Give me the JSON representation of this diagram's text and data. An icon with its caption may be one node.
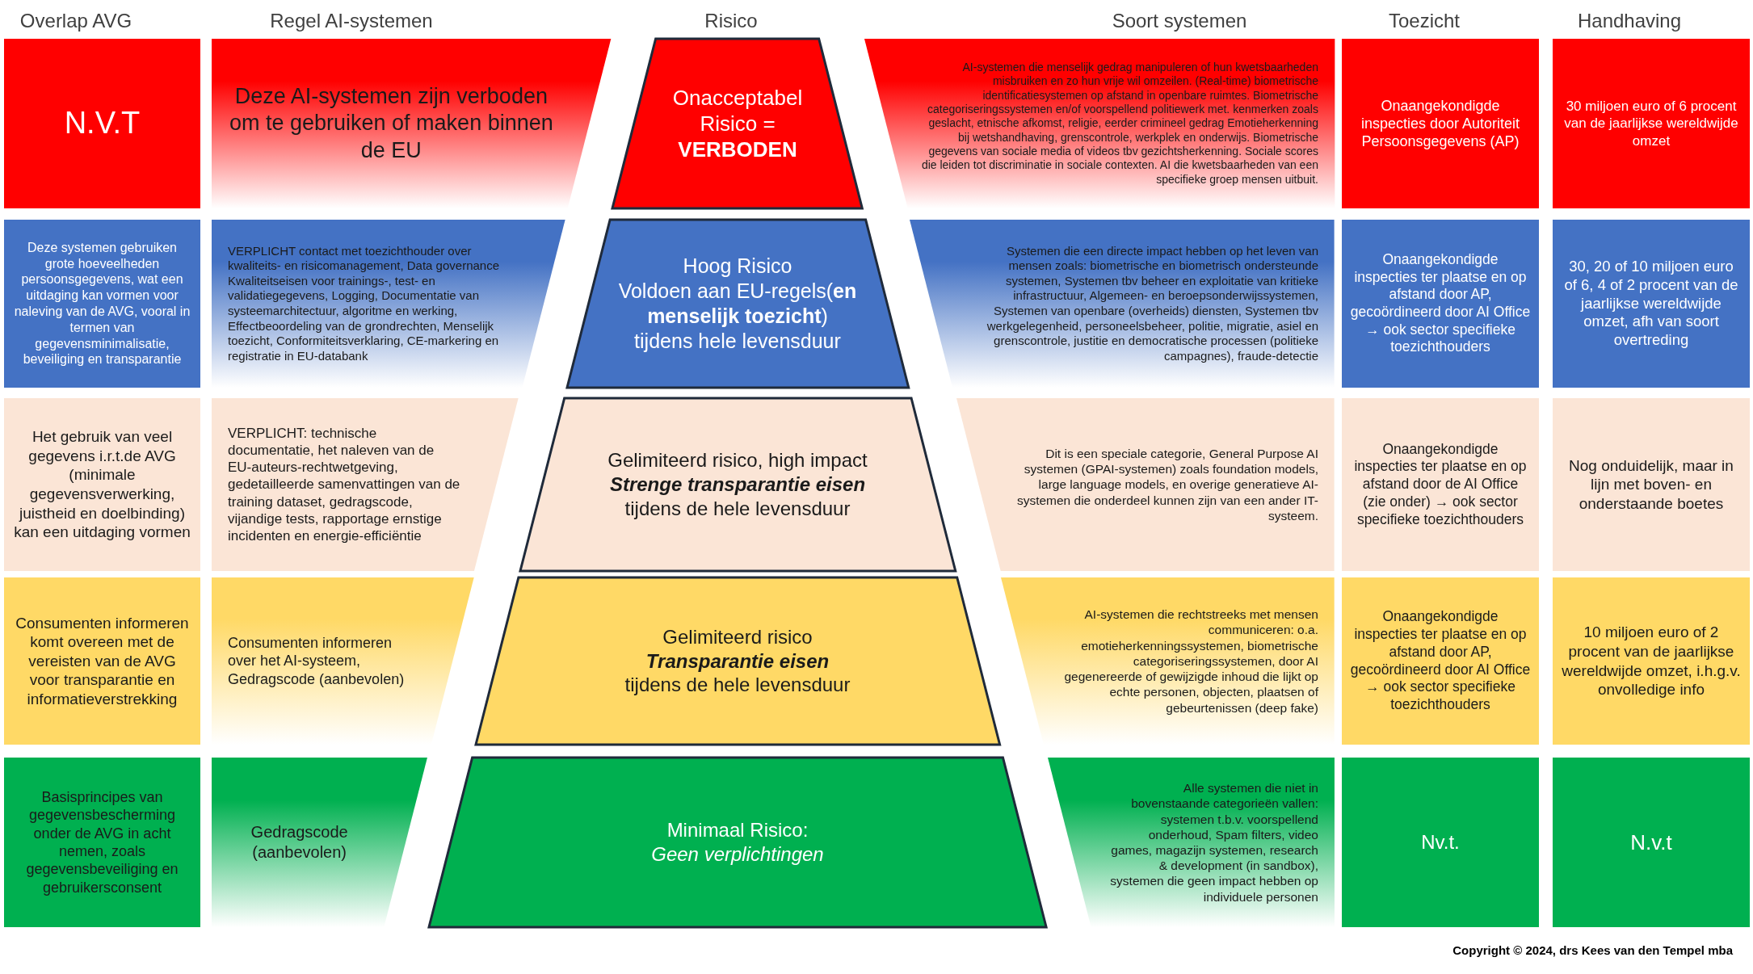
{
  "diagram": {
    "nodes": [
      {
        "text": [
          "N.V.T"
        ]
      },
      {
        "text": [
          "Deze AI-systemen zijn verboden om te gebruiken of maken binnen de EU"
        ]
      },
      {
        "text": [
          "Onacceptabel Risico =",
          "VERBODEN"
        ]
      },
      {
        "text": [
          "AI-systemen die menselijk gedrag manipuleren of hun kwetsbaarheden misbruiken en zo hun vrije wil omzeilen. (Real-time) biometrische identificatiesystemen op afstand in openbare ruimtes. Biometrische categoriseringssystemen en/of voorspellend politiewerk met. kenmerken zoals geslacht, etnische afkomst, religie, eerder crimineel gedrag Emotieherkenning bij wetshandhaving, grenscontrole, werkplek en onderwijs. Biometrische gegevens van sociale media of videos tbv gezichtsherkenning. Sociale scores die leiden tot discriminatie in sociale contexten. AI die kwetsbaarheden van een specifieke groep mensen uitbuit."
        ]
      },
      {
        "text": [
          "Onaangekondigde inspecties door Autoriteit Persoonsgegevens (AP)"
        ]
      },
      {
        "text": [
          "30 miljoen euro of 6 procent van de jaarlijkse wereldwijde omzet"
        ]
      },
      {
        "text": [
          "Deze systemen gebruiken grote hoeveelheden persoonsgegevens, wat een uitdaging kan vormen voor naleving van de AVG, vooral in termen van gegevensminimalisatie, beveiliging en transparantie"
        ]
      },
      {
        "text": [
          "VERPLICHT contact met toezichthouder over kwaliteits- en risicomanagement, Data governance Kwaliteitseisen voor trainings-, test- en validatiegegevens, Logging, Documentatie van systeemarchitectuur, algoritme en werking, Effectbeoordeling van de grondrechten, Menselijk toezicht, Conformiteitsverklaring, CE-markering en registratie in EU-databank"
        ]
      },
      {
        "text": [
          "Hoog Risico",
          "Voldoen aan EU-regels(**en menselijk toezicht**) tijdens hele levensduur"
        ]
      },
      {
        "text": [
          "Systemen die een directe impact hebben op het leven van mensen zoals: biometrische en biometrisch ondersteunde systemen, Systemen tbv beheer en exploitatie van kritieke infrastructuur, Algemeen- en beroepsonderwijssystemen, Systemen van openbare (overheids) diensten, Systemen tbv werkgelegenheid, personeelsbeheer, politie, migratie, asiel en grenscontrole, justitie en democratische processen (politieke campagnes), fraude-detectie"
        ]
      },
      {
        "text": [
          "Onaangekondigde inspecties ter plaatse en op afstand door AP, gecoördineerd door AI Office → ook sector specifieke toezichthouders"
        ]
      },
      {
        "text": [
          "30, 20 of 10 miljoen euro of 6, 4 of 2 procent van de jaarlijkse wereldwijde omzet, afh van soort overtreding"
        ]
      },
      {
        "text": [
          "Het gebruik van veel gegevens i.r.t.de AVG (minimale gegevensverwerking, juistheid en doelbinding) kan een uitdaging vormen"
        ]
      },
      {
        "text": [
          "VERPLICHT: technische documentatie, het naleven van de EU-auteurs-rechtwetgeving, gedetailleerde samenvattingen van de training dataset, gedragscode, vijandige tests, rapportage ernstige incidenten en energie-efficiëntie"
        ]
      },
      {
        "text": [
          "Gelimiteerd risico, high impact",
          "Strenge transparantie eisen",
          "tijdens de hele levensduur"
        ]
      },
      {
        "text": [
          "Dit is een speciale categorie, General Purpose AI systemen (GPAI-systemen) zoals foundation models, large language models, en overige generatieve AI-systemen die onderdeel kunnen zijn van een ander IT-systeem."
        ]
      },
      {
        "text": [
          "Onaangekondigde inspecties ter plaatse en op afstand door de AI Office (zie onder) → ook sector specifieke toezichthouders"
        ]
      },
      {
        "text": [
          "Nog onduidelijk, maar in lijn met boven- en onderstaande boetes"
        ]
      },
      {
        "text": [
          "Consumenten informeren komt overeen met de vereisten van de AVG voor transparantie en informatieverstrekking"
        ]
      },
      {
        "text": [
          "Consumenten informeren over het AI-systeem, Gedragscode (aanbevolen)"
        ]
      },
      {
        "text": [
          "Gelimiteerd risico",
          "Transparantie eisen",
          "tijdens de hele levensduur"
        ]
      },
      {
        "text": [
          "AI-systemen die rechtstreeks met mensen communiceren: o.a. emotieherkenningssystemen, biometrische categoriseringssystemen, door AI gegenereerde of gewijzigde inhoud die lijkt op echte personen, objecten, plaatsen of gebeurtenissen (deep fake)"
        ]
      },
      {
        "text": [
          "Onaangekondigde inspecties ter plaatse en op afstand door AP, gecoördineerd door AI Office → ook sector specifieke toezichthouders"
        ]
      },
      {
        "text": [
          "10 miljoen euro of 2 procent van de jaarlijkse wereldwijde omzet, i.h.g.v. onvolledige info"
        ]
      },
      {
        "text": [
          "Basisprincipes van gegevensbescherming onder de AVG in acht nemen, zoals gegevensbeveiliging en gebruikersconsent"
        ]
      },
      {
        "text": [
          "Gedragscode (aanbevolen)"
        ]
      },
      {
        "text": [
          "Minimaal Risico:",
          "Geen verplichtingen"
        ]
      },
      {
        "text": [
          "Alle systemen die niet in bovenstaande categorieën vallen: systemen t.b.v. voorspellend onderhoud, Spam filters, video games, magazijn systemen, research & development (in sandbox), systemen die geen impact hebben op individuele personen"
        ]
      },
      {
        "text": [
          "Nv.t."
        ]
      },
      {
        "text": [
          "N.v.t"
        ]
      }
    ],
    "labels": [
      "Overlap AVG",
      "Regel AI-systemen",
      "Risico",
      "Soort systemen",
      "Toezicht",
      "Handhaving",
      "Copyright © 2024, drs Kees van den Tempel mba"
    ]
  }
}
